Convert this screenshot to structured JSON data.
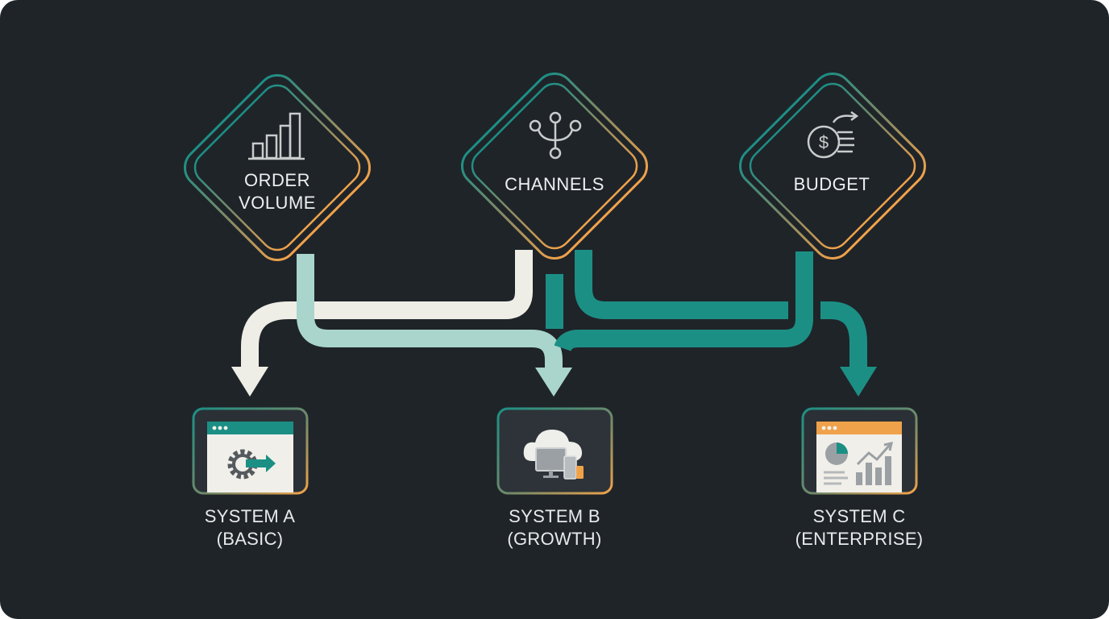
{
  "criteria": [
    {
      "id": "order-volume",
      "line1": "ORDER",
      "line2": "VOLUME",
      "icon": "bar-chart-icon"
    },
    {
      "id": "channels",
      "line1": "CHANNELS",
      "icon": "branching-nodes-icon"
    },
    {
      "id": "budget",
      "line1": "BUDGET",
      "icon": "dollar-coin-stack-icon"
    }
  ],
  "systems": [
    {
      "id": "system-a",
      "line1": "SYSTEM A",
      "line2": "(BASIC)",
      "icon": "gear-arrow-window-icon"
    },
    {
      "id": "system-b",
      "line1": "SYSTEM B",
      "line2": "(GROWTH)",
      "icon": "cloud-devices-icon"
    },
    {
      "id": "system-c",
      "line1": "SYSTEM C",
      "line2": "(ENTERPRISE)",
      "icon": "dashboard-charts-icon"
    }
  ],
  "colors": {
    "background": "#1f2429",
    "teal": "#1c8f85",
    "mint": "#a9d5cc",
    "cream": "#efeee6",
    "orange": "#f0a24a",
    "olive": "#8a8a63"
  }
}
